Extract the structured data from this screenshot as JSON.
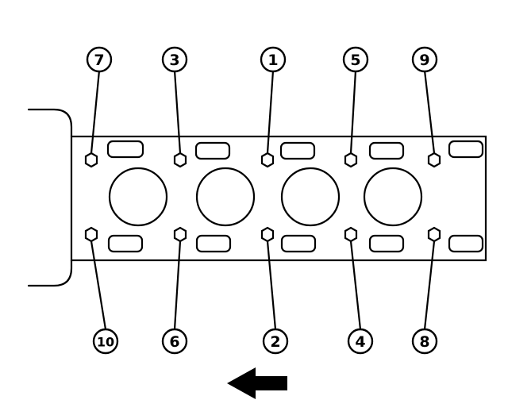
{
  "diagram": {
    "bolts_top": [
      {
        "id": "bolt-7",
        "label": "7"
      },
      {
        "id": "bolt-3",
        "label": "3"
      },
      {
        "id": "bolt-1",
        "label": "1"
      },
      {
        "id": "bolt-5",
        "label": "5"
      },
      {
        "id": "bolt-9",
        "label": "9"
      }
    ],
    "bolts_bottom": [
      {
        "id": "bolt-10",
        "label": "10"
      },
      {
        "id": "bolt-6",
        "label": "6"
      },
      {
        "id": "bolt-2",
        "label": "2"
      },
      {
        "id": "bolt-4",
        "label": "4"
      },
      {
        "id": "bolt-8",
        "label": "8"
      }
    ],
    "arrow_direction": "left",
    "colors": {
      "line": "#000000",
      "background": "#ffffff"
    }
  }
}
